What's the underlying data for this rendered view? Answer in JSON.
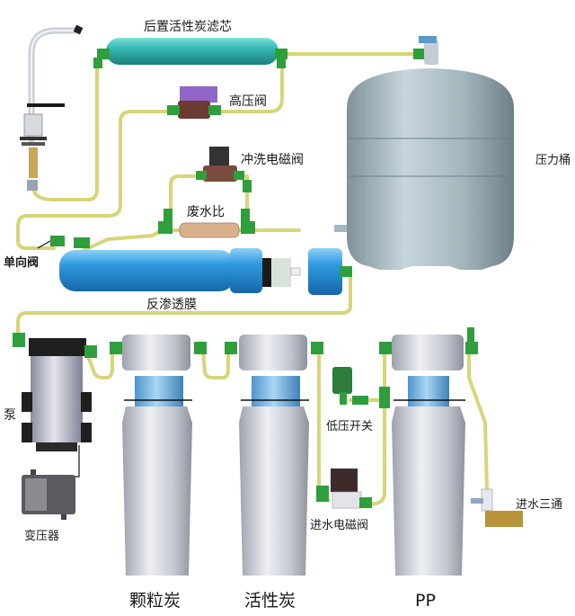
{
  "diagram": {
    "type": "reverse-osmosis-water-purifier-schematic",
    "colors": {
      "tube": "#d8d47a",
      "fitting": "#2f9e3c",
      "post_filter": "#35b7b3",
      "ro_membrane": "#2f8fd0",
      "tank": "#9fb2ba",
      "housing": "#c9ccd3",
      "cartridge": "#6fb0e0",
      "pump": "#c3c6d4",
      "transformer": "#595b60",
      "solenoid": "#3d2b2b",
      "high_pressure_valve": "#9166c8",
      "flow_restrictor": "#d9b08c",
      "low_pressure_switch": "#2e7d3a",
      "inlet_brass": "#b8933a"
    },
    "labels": {
      "post_carbon_filter": "后置活性炭滤芯",
      "high_pressure_switch": "高压阀",
      "flush_solenoid_valve": "冲洗电磁阀",
      "waste_water_ratio": "废水比",
      "check_valve": "单向阀",
      "ro_membrane": "反渗透膜",
      "pressure_tank": "压力桶",
      "pump": "泵",
      "transformer": "变压器",
      "low_pressure_switch": "低压开关",
      "inlet_solenoid_valve": "进水电磁阀",
      "inlet_tee": "进水三通"
    },
    "filters": [
      {
        "label": "颗粒炭"
      },
      {
        "label": "活性炭"
      },
      {
        "label": "PP"
      }
    ]
  }
}
